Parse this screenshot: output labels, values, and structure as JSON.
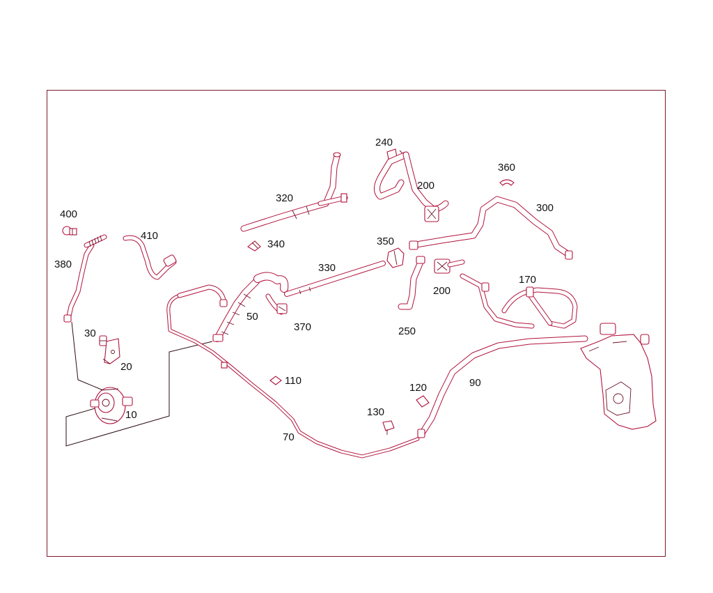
{
  "diagram": {
    "frame_color": "#7a1b2b",
    "line_color": "#b0123c",
    "labels": {
      "p10": "10",
      "p20": "20",
      "p30": "30",
      "p50": "50",
      "p70": "70",
      "p90": "90",
      "p110": "110",
      "p120": "120",
      "p130": "130",
      "p170": "170",
      "p200a": "200",
      "p200b": "200",
      "p240": "240",
      "p250": "250",
      "p300": "300",
      "p320": "320",
      "p330": "330",
      "p340": "340",
      "p350": "350",
      "p360": "360",
      "p370": "370",
      "p380": "380",
      "p400": "400",
      "p410": "410"
    }
  }
}
